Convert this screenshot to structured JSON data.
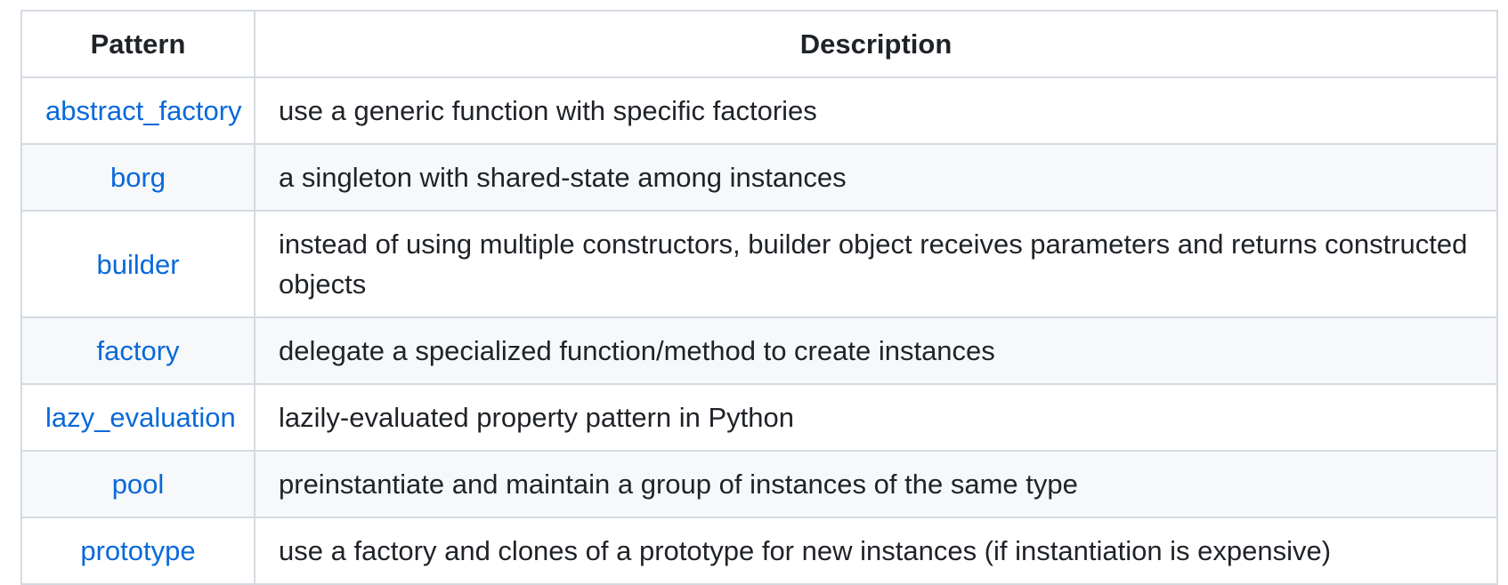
{
  "table": {
    "columns": [
      {
        "label": "Pattern"
      },
      {
        "label": "Description"
      }
    ],
    "rows": [
      {
        "pattern": "abstract_factory",
        "description": "use a generic function with specific factories"
      },
      {
        "pattern": "borg",
        "description": "a singleton with shared-state among instances"
      },
      {
        "pattern": "builder",
        "description": "instead of using multiple constructors, builder object receives parameters and returns constructed objects"
      },
      {
        "pattern": "factory",
        "description": "delegate a specialized function/method to create instances"
      },
      {
        "pattern": "lazy_evaluation",
        "description": "lazily-evaluated property pattern in Python"
      },
      {
        "pattern": "pool",
        "description": "preinstantiate and maintain a group of instances of the same type"
      },
      {
        "pattern": "prototype",
        "description": "use a factory and clones of a prototype for new instances (if instantiation is expensive)"
      }
    ],
    "colors": {
      "text": "#1f2328",
      "link": "#0969da",
      "border": "#d4dae0",
      "row_alt_bg": "#f6f8fa"
    }
  }
}
